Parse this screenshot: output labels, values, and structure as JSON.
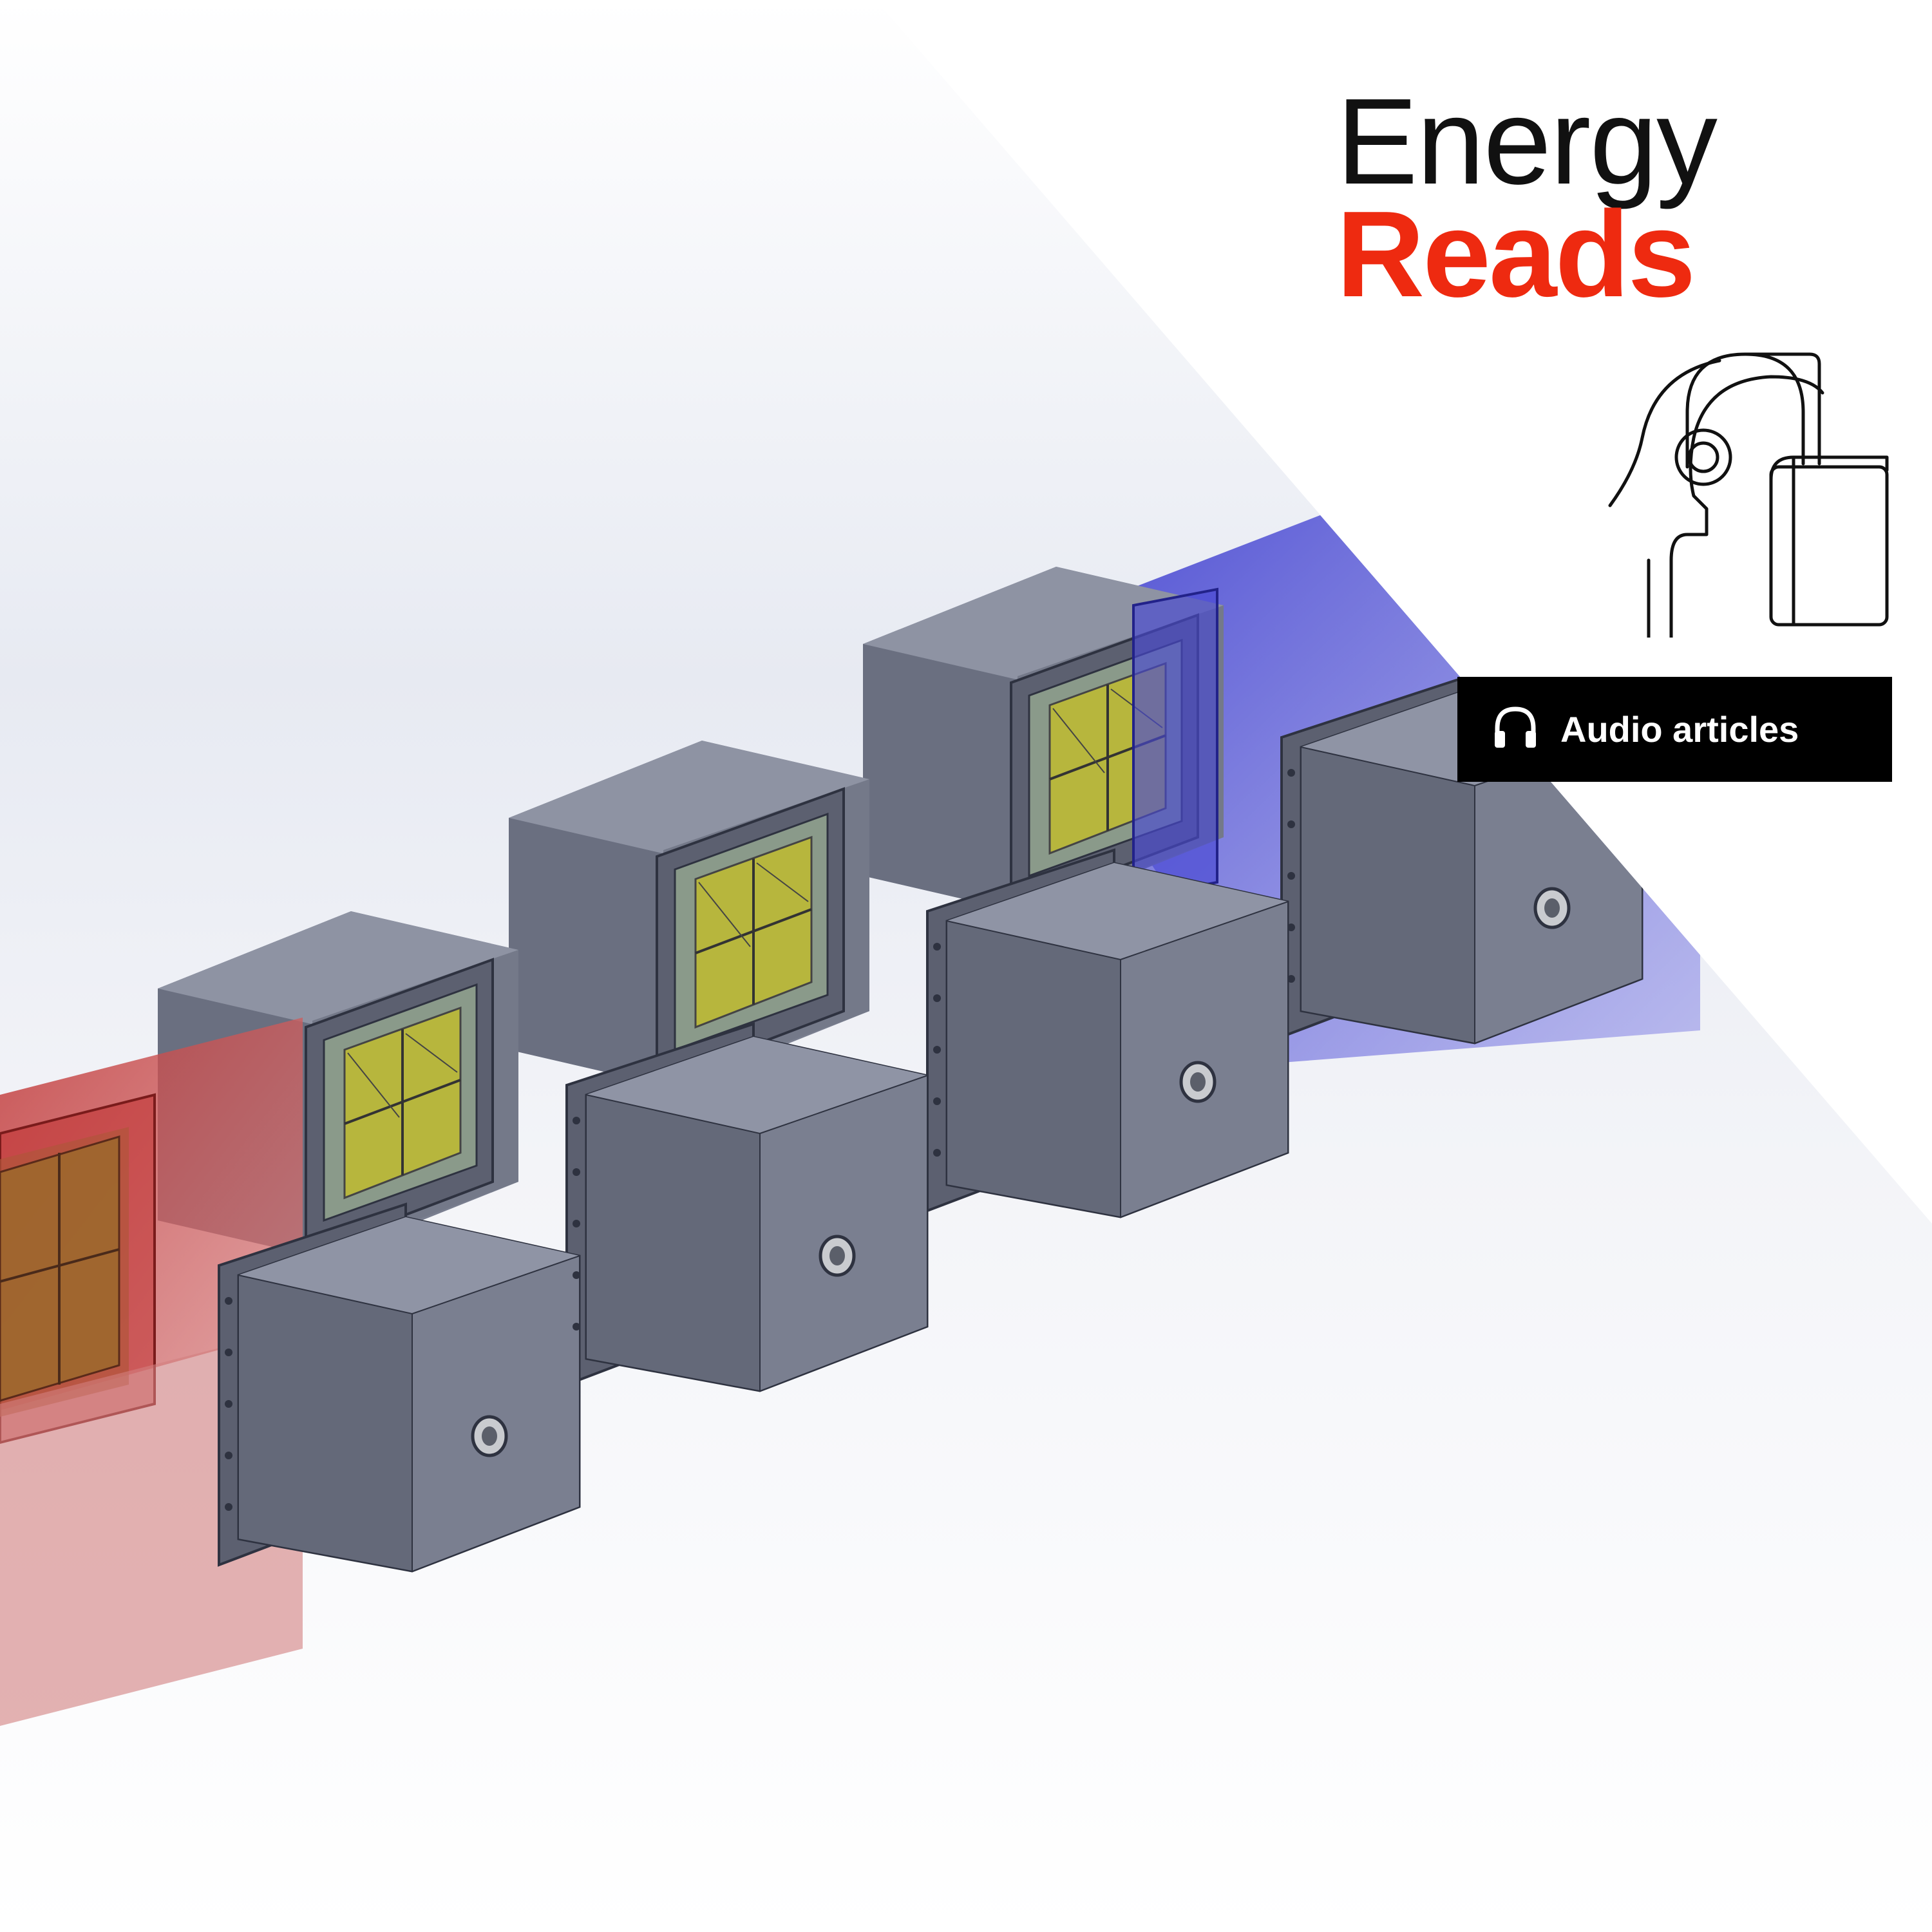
{
  "brand": {
    "title_line1": "Energy",
    "title_line2": "Reads",
    "title_line2_color": "#ee2a10",
    "icon": "head-headphones-book-icon"
  },
  "badge": {
    "label": "Audio articles",
    "icon": "headphones-icon",
    "background": "#000000"
  },
  "scene": {
    "description_icon": "cad-cell-stack-render",
    "cold_plate_color": "#5a5ae6",
    "hot_plate_color": "#c83232",
    "box_color": "#6e7384",
    "window_color": "#b8b83a"
  }
}
